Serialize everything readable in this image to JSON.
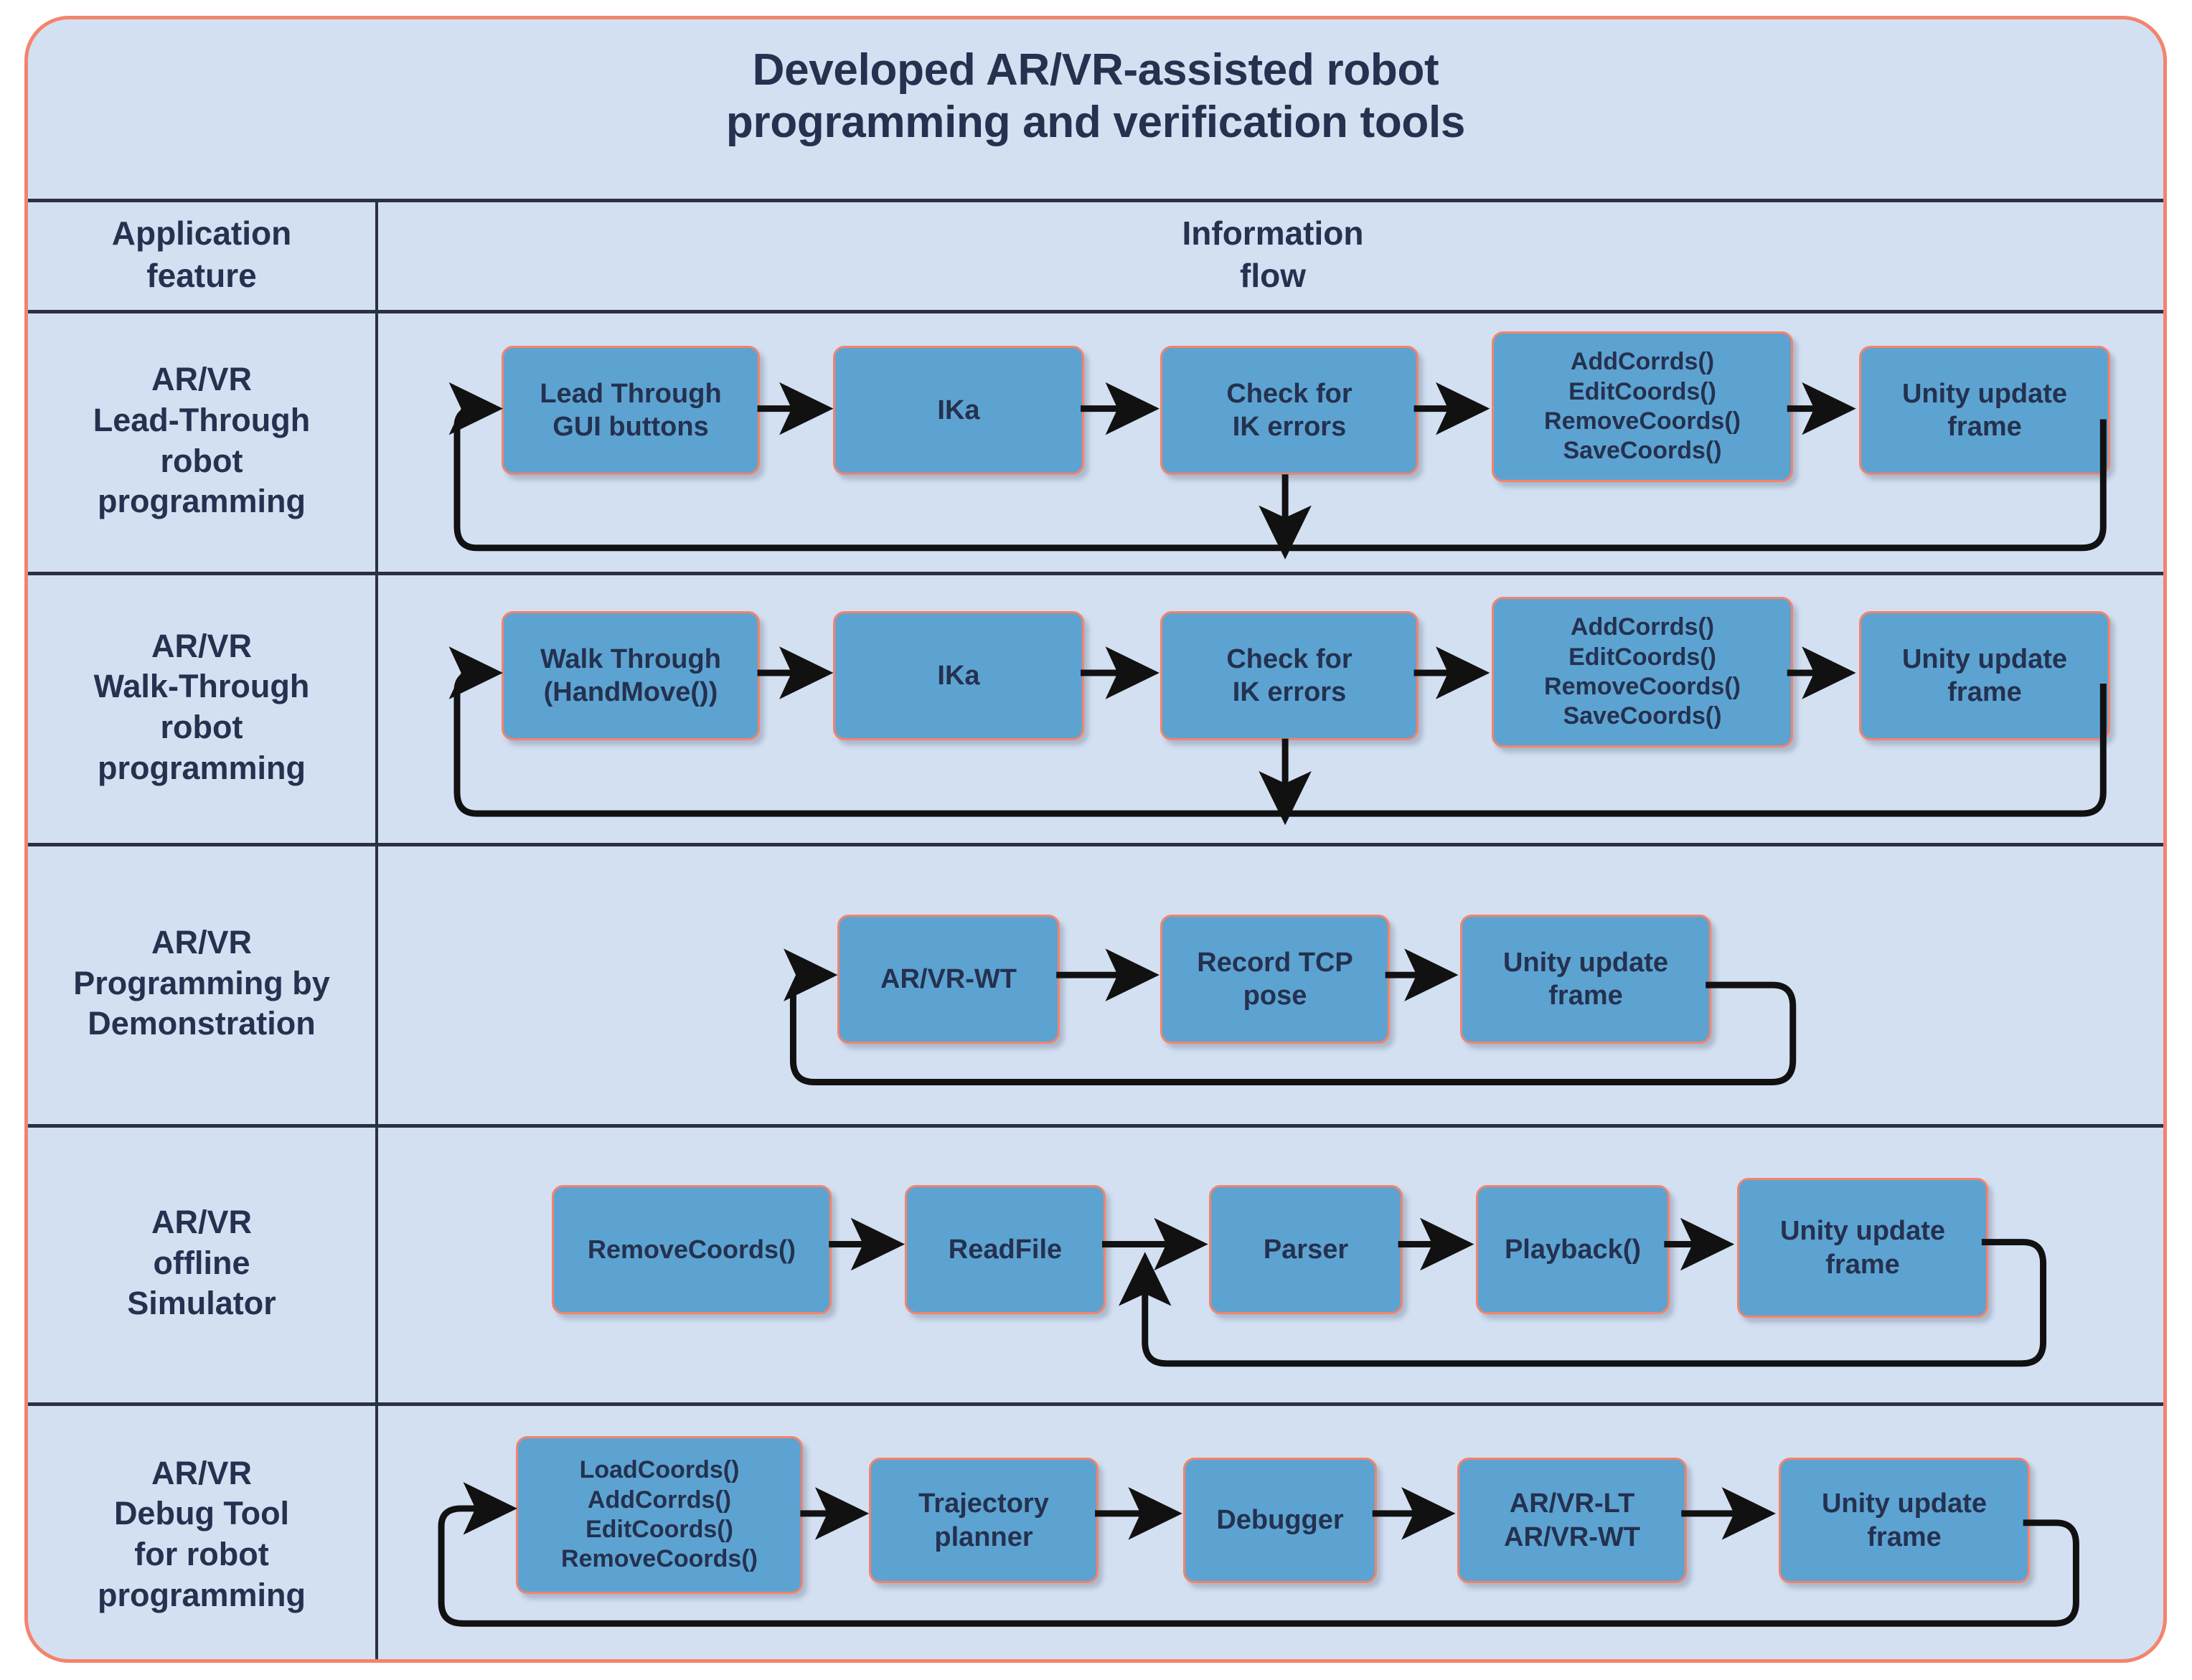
{
  "figure": {
    "title": "Developed AR/VR-assisted robot\nprogramming and verification tools",
    "border_color": "#f4836b",
    "panel_background": "#d3e0f2",
    "node_fill": "#5da3d1",
    "node_border": "#f4836b",
    "text_color": "#24314f",
    "grid_line_color": "#2b3140"
  },
  "table": {
    "headers": {
      "col1": "Application\nfeature",
      "col2": "Information\nflow"
    },
    "rows": [
      {
        "feature": "AR/VR\nLead-Through\nrobot\nprogramming",
        "nodes": [
          "Lead Through\nGUI buttons",
          "IKa",
          "Check for\nIK errors",
          "AddCorrds()\nEditCoords()\nRemoveCoords()\nSaveCoords()",
          "Unity update\nframe"
        ],
        "feedback": "loop from last node back to first node; branch arrow down from 'Check for IK errors' to the loop line"
      },
      {
        "feature": "AR/VR\nWalk-Through\nrobot\nprogramming",
        "nodes": [
          "Walk Through\n(HandMove())",
          "IKa",
          "Check for\nIK errors",
          "AddCorrds()\nEditCoords()\nRemoveCoords()\nSaveCoords()",
          "Unity update\nframe"
        ],
        "feedback": "loop from last node back to first node; branch arrow down from 'Check for IK errors' to the loop line"
      },
      {
        "feature": "AR/VR\nProgramming by\nDemonstration",
        "nodes": [
          "AR/VR-WT",
          "Record TCP\npose",
          "Unity update\nframe"
        ],
        "feedback": "loop from last node back to first node"
      },
      {
        "feature": "AR/VR\noffline\nSimulator",
        "nodes": [
          "RemoveCoords()",
          "ReadFile",
          "Parser",
          "Playback()",
          "Unity update\nframe"
        ],
        "feedback": "loop from last node back up into the link entering 'Parser'"
      },
      {
        "feature": "AR/VR\nDebug Tool\nfor robot\nprogramming",
        "nodes": [
          "LoadCoords()\nAddCorrds()\nEditCoords()\nRemoveCoords()",
          "Trajectory\nplanner",
          "Debugger",
          "AR/VR-LT\nAR/VR-WT",
          "Unity update\nframe"
        ],
        "feedback": "loop from last node back to first node"
      }
    ]
  }
}
